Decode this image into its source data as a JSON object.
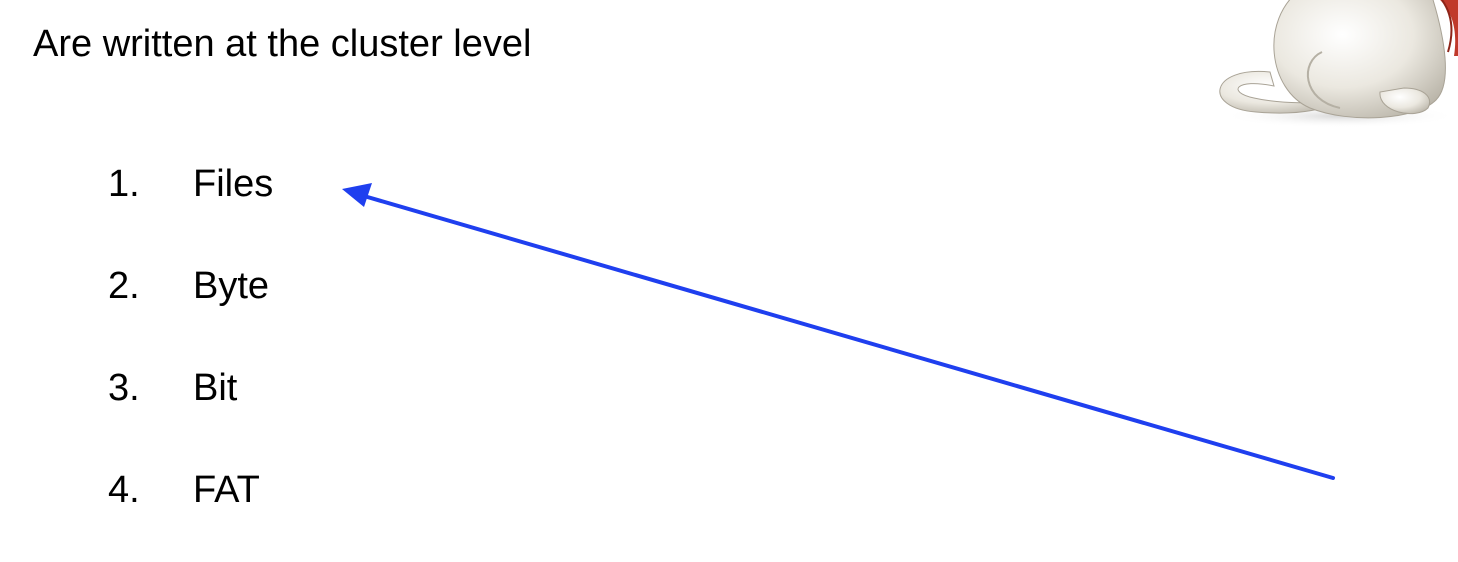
{
  "slide": {
    "question": "Are written at the cluster level",
    "options": [
      {
        "number": "1.",
        "label": "Files"
      },
      {
        "number": "2.",
        "label": "Byte"
      },
      {
        "number": "3.",
        "label": "Bit"
      },
      {
        "number": "4.",
        "label": "FAT"
      }
    ]
  },
  "colors": {
    "arrow": "#1f3fef",
    "text": "#000000",
    "background": "#ffffff"
  },
  "icons": {
    "mascot": "cartoon-cat-icon",
    "pointer": "arrow-icon"
  }
}
